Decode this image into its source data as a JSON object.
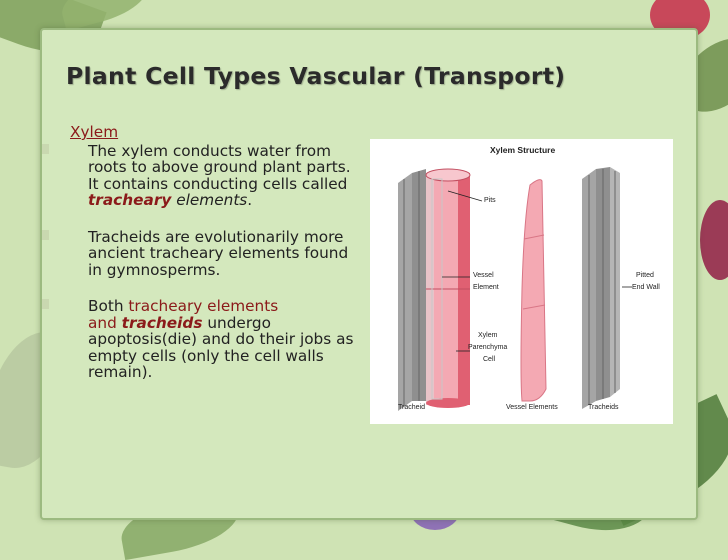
{
  "slide": {
    "title": "Plant Cell Types Vascular (Transport)",
    "heading": "Xylem",
    "bullets": [
      {
        "text1": "The xylem conducts water from roots to above ground plant parts. It contains conducting cells called ",
        "em_red": "tracheary",
        "em_space": " ",
        "em_italic": "elements",
        "text2": "."
      },
      {
        "text1": "Tracheids are evolutionarily more ancient tracheary elements found in gymnosperms."
      },
      {
        "text1": "Both ",
        "red1": "tracheary elements",
        "and": "and ",
        "red2": "tracheids",
        "text2": " undergo apoptosis(die) and do their jobs as empty cells (only the cell walls remain)."
      }
    ]
  },
  "figure": {
    "title": "Xylem Structure",
    "labels": {
      "pits": "Pits",
      "vessel_1": "Vessel",
      "vessel_2": "Element",
      "xylem_1": "Xylem",
      "xylem_2": "Parenchyma",
      "xylem_3": "Cell",
      "pitted_1": "Pitted",
      "pitted_2": "End Wall",
      "bottom_tracheid": "Tracheid",
      "bottom_vessel": "Vessel Elements",
      "bottom_tracheids": "Tracheids"
    },
    "colors": {
      "vessel_pink": "#f4a9b3",
      "vessel_dark": "#e06072",
      "tracheid_gray": "#9a9a9a"
    }
  },
  "colors": {
    "background": "#cfe3b4",
    "panel": "#d4e8bd",
    "accent_red": "#8b1a1a"
  }
}
